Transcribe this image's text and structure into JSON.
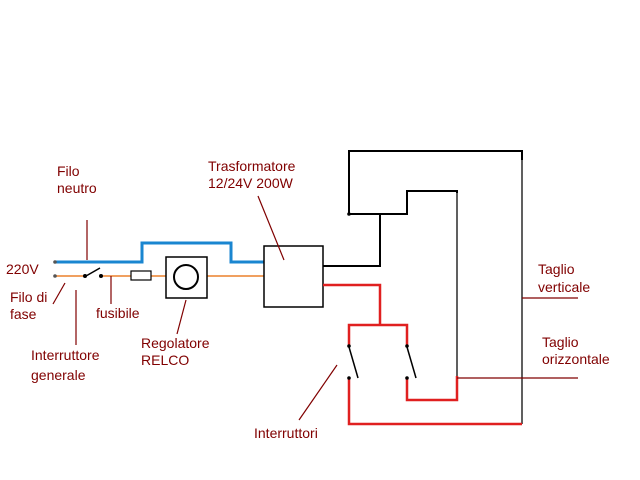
{
  "labels": {
    "neutral_1": "Filo",
    "neutral_2": "neutro",
    "voltage": "220V",
    "phase_1": "Filo di",
    "phase_2": "fase",
    "fuse": "fusibile",
    "main_switch_1": "Interruttore",
    "main_switch_2": "generale",
    "regulator_1": "Regolatore",
    "regulator_2": "RELCO",
    "transformer_1": "Trasformatore",
    "transformer_2": "12/24V 200W",
    "switches": "Interruttori",
    "vertical_cut_1": "Taglio",
    "vertical_cut_2": "verticale",
    "horizontal_cut_1": "Taglio",
    "horizontal_cut_2": "orizzontale"
  },
  "colors": {
    "neutral_wire": "#1a86d0",
    "phase_wire": "#f0a060",
    "low_voltage_wire": "#000000",
    "switched_wire": "#e02020",
    "label_text": "#800000",
    "cut_line": "#800000",
    "light_outline": "#a0a0a0"
  }
}
